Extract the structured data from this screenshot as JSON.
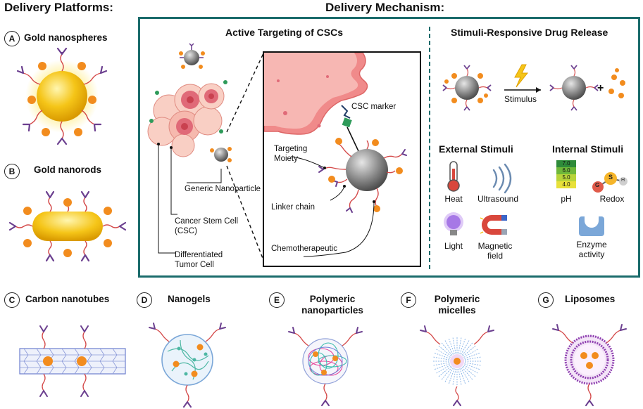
{
  "headers": {
    "platforms": "Delivery Platforms:",
    "mechanism": "Delivery Mechanism:"
  },
  "platforms": {
    "A": {
      "letter": "A",
      "label": "Gold nanospheres"
    },
    "B": {
      "letter": "B",
      "label": "Gold nanorods"
    },
    "C": {
      "letter": "C",
      "label": "Carbon nanotubes"
    },
    "D": {
      "letter": "D",
      "label": "Nanogels"
    },
    "E": {
      "letter": "E",
      "label": "Polymeric nanoparticles"
    },
    "F": {
      "letter": "F",
      "label": "Polymeric micelles"
    },
    "G": {
      "letter": "G",
      "label": "Liposomes"
    }
  },
  "active_targeting": {
    "title": "Active Targeting of CSCs",
    "generic_np": "Generic Nanoparticle",
    "csc": "Cancer Stem Cell (CSC)",
    "diff_tumor": "Differentiated Tumor Cell",
    "csc_marker": "CSC marker",
    "targeting_moiety": "Targeting Moiety",
    "linker": "Linker chain",
    "chemo": "Chemotherapeutic"
  },
  "stimuli": {
    "title": "Stimuli-Responsive Drug Release",
    "stimulus": "Stimulus",
    "plus": "+",
    "external_title": "External Stimuli",
    "internal_title": "Internal Stimuli",
    "heat": "Heat",
    "ultrasound": "Ultrasound",
    "light": "Light",
    "magnetic": "Magnetic field",
    "ph": "pH",
    "redox": "Redox",
    "enzyme": "Enzyme activity",
    "ph_values": [
      "7.0",
      "6.0",
      "5.0",
      "4.0"
    ],
    "redox_g": "G",
    "redox_s": "S",
    "redox_h": "H"
  },
  "colors": {
    "frame": "#1a6b6b",
    "drug": "#f28c1e",
    "antibody": "#6b3f8f",
    "linker": "#d44a4a",
    "gold": "#f5c518",
    "np_gray": "#8a8a8a",
    "tumor": "#f4a9a0"
  }
}
